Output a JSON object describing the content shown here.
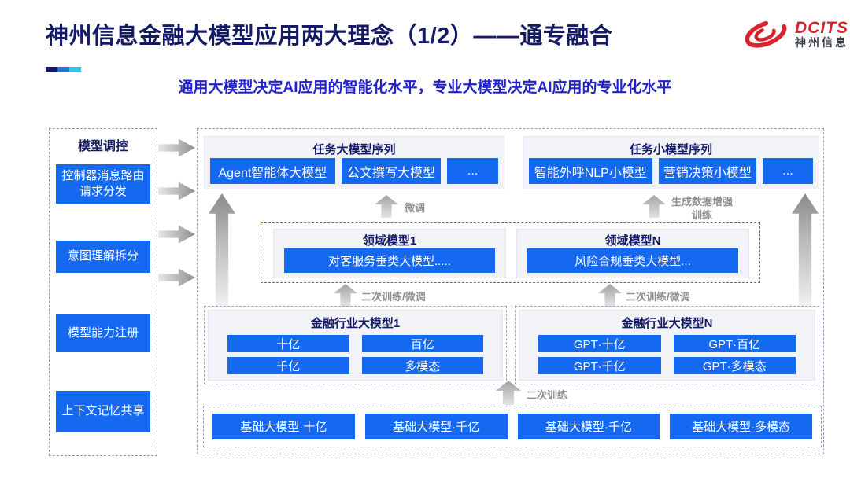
{
  "header": {
    "title": "神州信息金融大模型应用两大理念（1/2）——通专融合",
    "subtitle": "通用大模型决定AI应用的智能化水平，专业大模型决定AI应用的专业化水平",
    "logo": {
      "brand": "DCITS",
      "brand_cn": "神州信息"
    }
  },
  "colors": {
    "title_navy": "#151A66",
    "subtitle_blue": "#2122CC",
    "box_blue": "#1569F0",
    "logo_red": "#D9232E",
    "accent_segments": [
      "#151A66",
      "#2A6FD6",
      "#35C1E8"
    ],
    "arrow_gray": "#8F8F8F"
  },
  "sidebar": {
    "title": "模型调控",
    "items": [
      {
        "label": "控制器消息路由请求分发"
      },
      {
        "label": "意图理解拆分"
      },
      {
        "label": "模型能力注册"
      },
      {
        "label": "上下文记忆共享"
      }
    ]
  },
  "task_large": {
    "title": "任务大模型序列",
    "items": [
      "Agent智能体大模型",
      "公文撰写大模型",
      "..."
    ]
  },
  "task_small": {
    "title": "任务小模型序列",
    "items": [
      "智能外呼NLP小模型",
      "营销决策小模型",
      "..."
    ]
  },
  "domain": {
    "sections": [
      {
        "title": "领域模型1",
        "box": "对客服务垂类大模型....."
      },
      {
        "title": "领域模型N",
        "box": "风险合规垂类大模型..."
      }
    ]
  },
  "industry": {
    "sections": [
      {
        "title": "金融行业大模型1",
        "boxes": [
          "十亿",
          "百亿",
          "千亿",
          "多模态"
        ]
      },
      {
        "title": "金融行业大模型N",
        "boxes": [
          "GPT·十亿",
          "GPT·百亿",
          "GPT·千亿",
          "GPT·多模态"
        ]
      }
    ]
  },
  "base_models": [
    "基础大模型·十亿",
    "基础大模型·千亿",
    "基础大模型·千亿",
    "基础大模型·多模态"
  ],
  "arrow_labels": {
    "fine_tune": "微调",
    "gen_data": "生成数据增强训练",
    "secondary_left": "二次训练/微调",
    "secondary_right": "二次训练/微调",
    "secondary_training": "二次训练"
  }
}
